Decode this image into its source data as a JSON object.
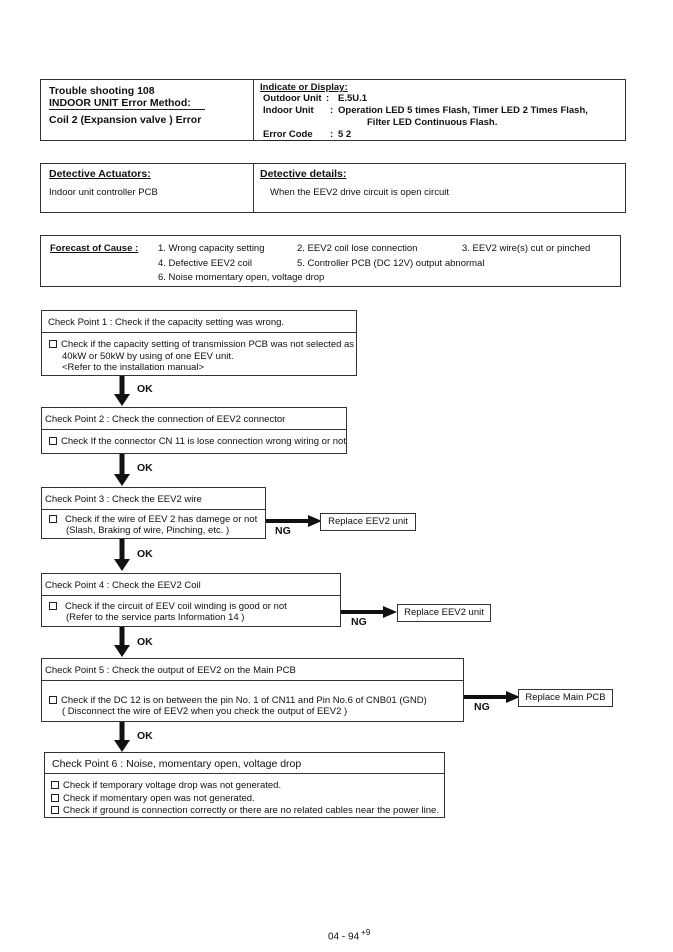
{
  "header": {
    "ts_title": "Trouble shooting  108",
    "ts_method": "INDOOR UNIT Error Method:",
    "ts_subject": "Coil 2 (Expansion valve ) Error",
    "indicate_label": "Indicate or Display:",
    "outdoor_label": "Outdoor Unit",
    "outdoor_value": "E.5U.1",
    "indoor_label": "Indoor Unit",
    "indoor_value_1": "Operation LED 5 times Flash, Timer LED 2 Times Flash,",
    "indoor_value_2": "Filter LED Continuous Flash.",
    "error_code_label": "Error Code",
    "error_code_value": "5 2",
    "colon": ":"
  },
  "detective": {
    "actuators_label": "Detective Actuators:",
    "actuators_value": "Indoor unit controller PCB",
    "details_label": "Detective details:",
    "details_value": "When the EEV2 drive circuit is open circuit"
  },
  "forecast": {
    "label": "Forecast of Cause :",
    "c1": "1. Wrong capacity setting",
    "c2": "2. EEV2 coil lose connection",
    "c3": "3. EEV2 wire(s) cut or pinched",
    "c4": "4. Defective EEV2 coil",
    "c5": "5. Controller  PCB (DC 12V) output abnormal",
    "c6": "6. Noise momentary open, voltage drop"
  },
  "checkpoints": {
    "cp1": {
      "title": "Check Point 1 : Check if the capacity setting was wrong.",
      "l1": "Check if the capacity setting of transmission PCB was not selected as",
      "l2": "40kW or 50kW by using of one EEV unit.",
      "l3": "<Refer to the installation manual>"
    },
    "cp2": {
      "title": "Check Point 2 : Check the connection of  EEV2 connector",
      "l1": "Check If the connector CN 11 is lose connection wrong wiring or not"
    },
    "cp3": {
      "title": "Check Point 3 : Check the EEV2 wire",
      "l1": "Check if the wire of EEV 2 has damege or not",
      "l2": "(Slash, Braking of wire, Pinching, etc. )",
      "replace": "Replace EEV2 unit"
    },
    "cp4": {
      "title": "Check Point 4 : Check the EEV2 Coil",
      "l1": "Check if the circuit of EEV coil winding is good or not",
      "l2": "(Refer to the service parts Information 14 )",
      "replace": "Replace EEV2 unit"
    },
    "cp5": {
      "title": "Check Point 5 : Check the output of EEV2 on the Main PCB",
      "l1": "Check if the DC 12 is on between the pin No. 1 of CN11 and Pin No.6 of CNB01 (GND)",
      "l2": "( Disconnect the wire of EEV2 when you check the output of EEV2 )",
      "replace": "Replace Main PCB"
    },
    "cp6": {
      "title": "Check Point 6 : Noise, momentary open, voltage drop",
      "l1": "Check if temporary voltage drop was not generated.",
      "l2": "Check if momentary open was not generated.",
      "l3": "Check if ground is connection correctly or there are no related cables near the power line."
    }
  },
  "flow": {
    "ok": "OK",
    "ng": "NG"
  },
  "footer": {
    "page": "04 - 94",
    "page_sup": "+9"
  }
}
